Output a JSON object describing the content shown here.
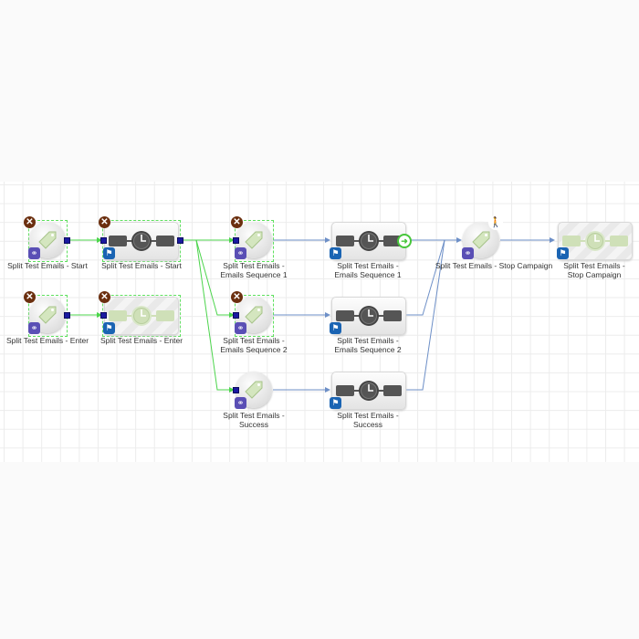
{
  "nodes": [
    {
      "label": "Split Test Emails - Start"
    },
    {
      "label": "Split Test Emails - Start"
    },
    {
      "label": "Split Test Emails - Emails Sequence 1"
    },
    {
      "label": "Split Test Emails - Emails Sequence 1"
    },
    {
      "label": "Split Test Emails - Stop Campaign"
    },
    {
      "label": "Split Test Emails - Stop Campaign"
    },
    {
      "label": "Split Test Emails - Enter"
    },
    {
      "label": "Split Test Emails - Enter"
    },
    {
      "label": "Split Test Emails - Emails Sequence 2"
    },
    {
      "label": "Split Test Emails - Emails Sequence 2"
    },
    {
      "label": "Split Test Emails - Success"
    },
    {
      "label": "Split Test Emails - Success"
    }
  ],
  "colors": {
    "active_link": "#4cd44c",
    "link": "#6d8fc7",
    "delete": "#6b2f0f",
    "badge_tag": "#5a4fb5",
    "badge_flag": "#1a64b3"
  }
}
